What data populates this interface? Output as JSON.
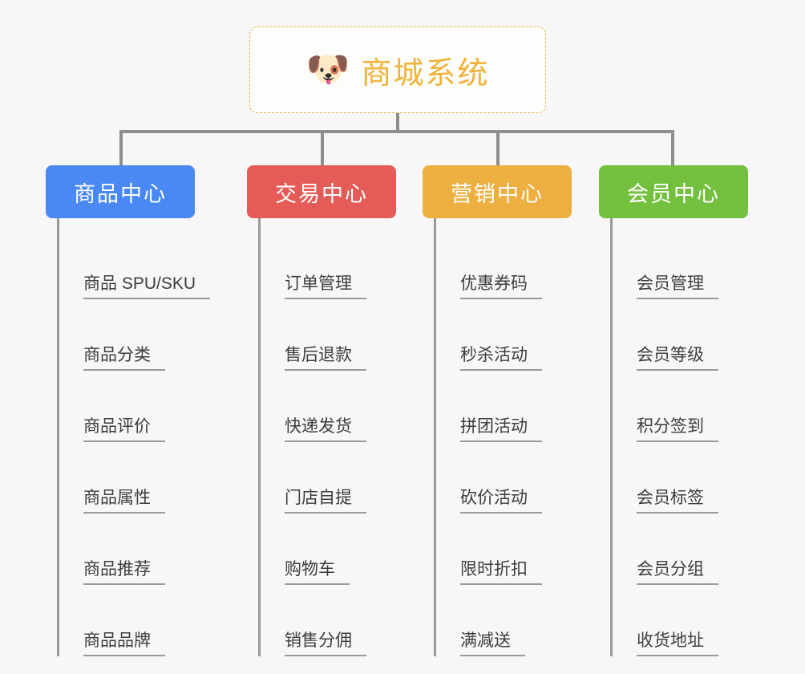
{
  "page": {
    "background_color": "#f7f7f7",
    "type": "mindmap-architecture-diagram"
  },
  "root": {
    "icon": "shiba-dog-face-emoji",
    "icon_glyph": "🐶",
    "title": "商城系统",
    "border_color": "#e9b44c",
    "text_color": "#f0b33a",
    "background_color": "#fdfdfc"
  },
  "connector": {
    "color": "#8e8e8e"
  },
  "columns": [
    {
      "id": "product-center",
      "title": "商品中心",
      "color": "#4a89f3",
      "items": [
        "商品 SPU/SKU",
        "商品分类",
        "商品评价",
        "商品属性",
        "商品推荐",
        "商品品牌"
      ]
    },
    {
      "id": "trade-center",
      "title": "交易中心",
      "color": "#e45b58",
      "items": [
        "订单管理",
        "售后退款",
        "快递发货",
        "门店自提",
        "购物车",
        "销售分佣"
      ]
    },
    {
      "id": "marketing-center",
      "title": "营销中心",
      "color": "#eeaf41",
      "items": [
        "优惠券码",
        "秒杀活动",
        "拼团活动",
        "砍价活动",
        "限时折扣",
        "满减送"
      ]
    },
    {
      "id": "member-center",
      "title": "会员中心",
      "color": "#73c03f",
      "items": [
        "会员管理",
        "会员等级",
        "积分签到",
        "会员标签",
        "会员分组",
        "收货地址"
      ]
    }
  ]
}
